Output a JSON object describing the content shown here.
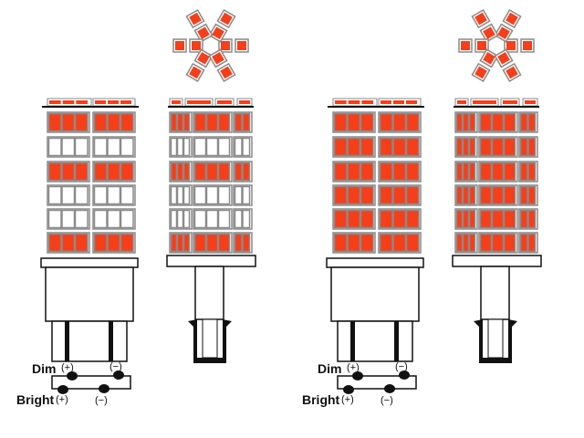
{
  "colors": {
    "led": "#f43f1a",
    "frame": "#8a8a8a",
    "ink": "#111111"
  },
  "panels": [
    {
      "name": "dim-mode",
      "rows_lit": [
        true,
        false,
        true,
        false,
        false,
        true
      ],
      "wiring": {
        "dim_label": "Dim",
        "bright_label": "Bright",
        "dim_plus": "(+)",
        "dim_minus": "(−)",
        "bright_plus": "(+)",
        "bright_minus": "(−)"
      }
    },
    {
      "name": "bright-mode",
      "rows_lit": [
        true,
        true,
        true,
        true,
        true,
        true
      ],
      "wiring": {
        "dim_label": "Dim",
        "bright_label": "Bright",
        "dim_plus": "(+)",
        "dim_minus": "(−)",
        "bright_plus": "(+)",
        "bright_minus": "(−)"
      }
    }
  ]
}
